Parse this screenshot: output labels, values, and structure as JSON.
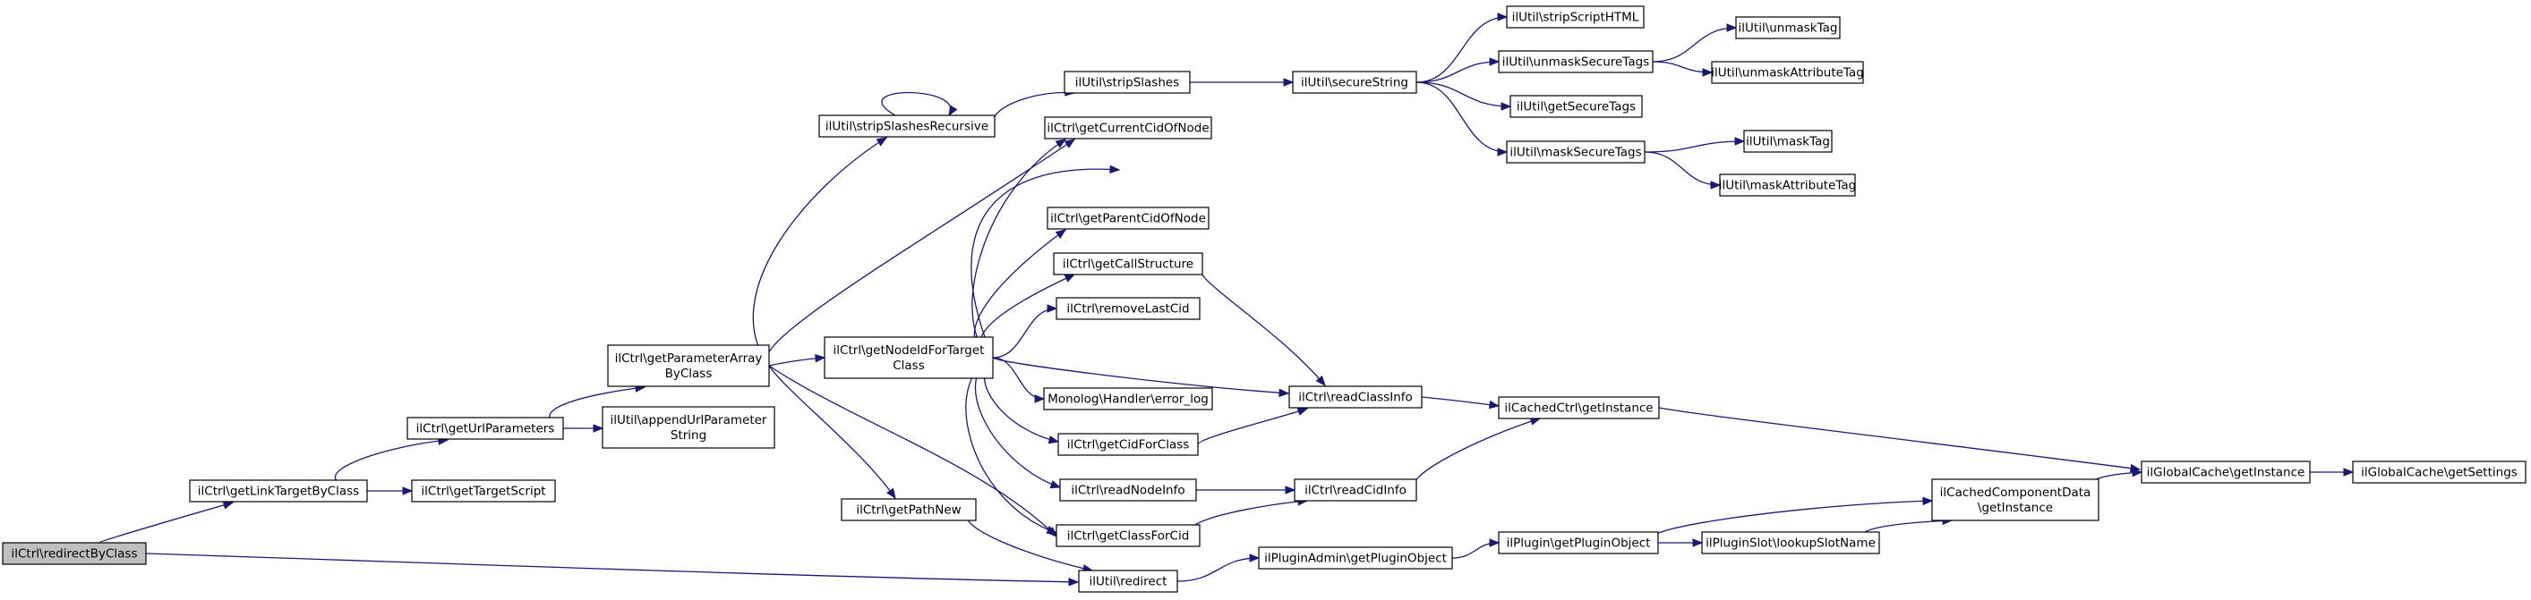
{
  "nodes": {
    "redirectByClass": [
      "ilCtrl\\redirectByClass"
    ],
    "getLinkTargetByClass": [
      "ilCtrl\\getLinkTargetByClass"
    ],
    "getTargetScript": [
      "ilCtrl\\getTargetScript"
    ],
    "getUrlParameters": [
      "ilCtrl\\getUrlParameters"
    ],
    "appendUrlParameterString": [
      "ilUtil\\appendUrlParameter",
      "String"
    ],
    "getParameterArrayByClass": [
      "ilCtrl\\getParameterArray",
      "ByClass"
    ],
    "stripSlashesRecursive": [
      "ilUtil\\stripSlashesRecursive"
    ],
    "stripSlashes": [
      "ilUtil\\stripSlashes"
    ],
    "secureString": [
      "ilUtil\\secureString"
    ],
    "stripScriptHTML": [
      "ilUtil\\stripScriptHTML"
    ],
    "unmaskSecureTags": [
      "ilUtil\\unmaskSecureTags"
    ],
    "unmaskTag": [
      "ilUtil\\unmaskTag"
    ],
    "unmaskAttributeTag": [
      "ilUtil\\unmaskAttributeTag"
    ],
    "getSecureTags": [
      "ilUtil\\getSecureTags"
    ],
    "maskSecureTags": [
      "ilUtil\\maskSecureTags"
    ],
    "maskTag": [
      "ilUtil\\maskTag"
    ],
    "maskAttributeTag": [
      "ilUtil\\maskAttributeTag"
    ],
    "getNodeIdForTargetClass": [
      "ilCtrl\\getNodeIdForTarget",
      "Class"
    ],
    "getCurrentCidOfNode": [
      "ilCtrl\\getCurrentCidOfNode"
    ],
    "getParentCidOfNode": [
      "ilCtrl\\getParentCidOfNode"
    ],
    "getCallStructure": [
      "ilCtrl\\getCallStructure"
    ],
    "removeLastCid": [
      "ilCtrl\\removeLastCid"
    ],
    "errorLog": [
      "Monolog\\Handler\\error_log"
    ],
    "getCidForClass": [
      "ilCtrl\\getCidForClass"
    ],
    "readNodeInfo": [
      "ilCtrl\\readNodeInfo"
    ],
    "getClassForCid": [
      "ilCtrl\\getClassForCid"
    ],
    "getPathNew": [
      "ilCtrl\\getPathNew"
    ],
    "redirect": [
      "ilUtil\\redirect"
    ],
    "readClassInfo": [
      "ilCtrl\\readClassInfo"
    ],
    "readCidInfo": [
      "ilCtrl\\readCidInfo"
    ],
    "cachedCtrlGetInstance": [
      "ilCachedCtrl\\getInstance"
    ],
    "getPluginObject": [
      "ilPluginAdmin\\getPluginObject"
    ],
    "pluginGetPluginObject": [
      "ilPlugin\\getPluginObject"
    ],
    "lookupSlotName": [
      "ilPluginSlot\\lookupSlotName"
    ],
    "cachedComponentDataGetInstance": [
      "ilCachedComponentData",
      "\\getInstance"
    ],
    "globalCacheGetInstance": [
      "ilGlobalCache\\getInstance"
    ],
    "getSettings": [
      "ilGlobalCache\\getSettings"
    ]
  },
  "root": "redirectByClass",
  "edges": [
    [
      "redirectByClass",
      "getLinkTargetByClass"
    ],
    [
      "redirectByClass",
      "redirect"
    ],
    [
      "getLinkTargetByClass",
      "getTargetScript"
    ],
    [
      "getLinkTargetByClass",
      "getUrlParameters"
    ],
    [
      "getUrlParameters",
      "appendUrlParameterString"
    ],
    [
      "getUrlParameters",
      "getParameterArrayByClass"
    ],
    [
      "getParameterArrayByClass",
      "stripSlashesRecursive"
    ],
    [
      "getParameterArrayByClass",
      "getCurrentCidOfNode"
    ],
    [
      "getParameterArrayByClass",
      "getNodeIdForTargetClass"
    ],
    [
      "getParameterArrayByClass",
      "getPathNew"
    ],
    [
      "getParameterArrayByClass",
      "getClassForCid"
    ],
    [
      "stripSlashesRecursive",
      "stripSlashesRecursive"
    ],
    [
      "stripSlashesRecursive",
      "stripSlashes"
    ],
    [
      "stripSlashes",
      "secureString"
    ],
    [
      "secureString",
      "stripScriptHTML"
    ],
    [
      "secureString",
      "unmaskSecureTags"
    ],
    [
      "secureString",
      "getSecureTags"
    ],
    [
      "secureString",
      "maskSecureTags"
    ],
    [
      "unmaskSecureTags",
      "unmaskTag"
    ],
    [
      "unmaskSecureTags",
      "unmaskAttributeTag"
    ],
    [
      "maskSecureTags",
      "maskTag"
    ],
    [
      "maskSecureTags",
      "maskAttributeTag"
    ],
    [
      "getNodeIdForTargetClass",
      "getCurrentCidOfNode"
    ],
    [
      "getNodeIdForTargetClass",
      "cachedCtrlGetInstance"
    ],
    [
      "getNodeIdForTargetClass",
      "getParentCidOfNode"
    ],
    [
      "getNodeIdForTargetClass",
      "getCallStructure"
    ],
    [
      "getNodeIdForTargetClass",
      "removeLastCid"
    ],
    [
      "getNodeIdForTargetClass",
      "readClassInfo"
    ],
    [
      "getNodeIdForTargetClass",
      "errorLog"
    ],
    [
      "getNodeIdForTargetClass",
      "getCidForClass"
    ],
    [
      "getNodeIdForTargetClass",
      "readNodeInfo"
    ],
    [
      "getNodeIdForTargetClass",
      "getClassForCid"
    ],
    [
      "getCallStructure",
      "readClassInfo"
    ],
    [
      "getCidForClass",
      "readClassInfo"
    ],
    [
      "readNodeInfo",
      "readCidInfo"
    ],
    [
      "getClassForCid",
      "readCidInfo"
    ],
    [
      "getPathNew",
      "redirect"
    ],
    [
      "redirect",
      "getPluginObject"
    ],
    [
      "readClassInfo",
      "cachedCtrlGetInstance"
    ],
    [
      "readCidInfo",
      "cachedCtrlGetInstance"
    ],
    [
      "cachedCtrlGetInstance",
      "globalCacheGetInstance"
    ],
    [
      "getPluginObject",
      "pluginGetPluginObject"
    ],
    [
      "pluginGetPluginObject",
      "cachedComponentDataGetInstance"
    ],
    [
      "pluginGetPluginObject",
      "lookupSlotName"
    ],
    [
      "lookupSlotName",
      "cachedComponentDataGetInstance"
    ],
    [
      "cachedComponentDataGetInstance",
      "globalCacheGetInstance"
    ],
    [
      "globalCacheGetInstance",
      "getSettings"
    ]
  ]
}
